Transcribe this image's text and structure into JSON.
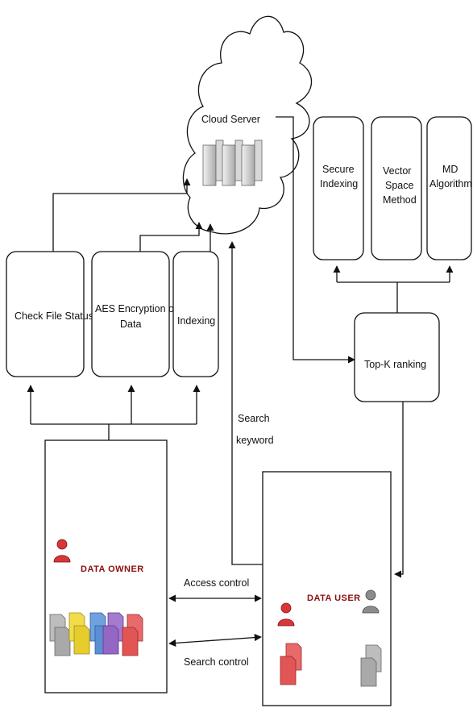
{
  "cloud": {
    "label": "Cloud Server"
  },
  "owner_boxes": {
    "check_file": "Check File Status",
    "aes_line1": "AES Encryption of",
    "aes_line2": "Data",
    "indexing": "Indexing"
  },
  "ranking_boxes": {
    "secure_line1": "Secure",
    "secure_line2": "Indexing",
    "vector_line1": "Vector",
    "vector_line2": "Space",
    "vector_line3": "Method",
    "md_line1": "MD",
    "md_line2": "Algorithm",
    "topk": "Top-K ranking"
  },
  "edges": {
    "search_keyword_line1": "Search",
    "search_keyword_line2": "keyword",
    "access_control": "Access control",
    "search_control": "Search control"
  },
  "owner": {
    "label": "DATA OWNER"
  },
  "user": {
    "label": "DATA USER"
  },
  "colors": {
    "person_red": "#d9363a",
    "person_gray": "#8c8c8c",
    "doc_gray": "#bdbdbd",
    "doc_yellow": "#f2dc4a",
    "doc_blue": "#6fa0e0",
    "doc_purple": "#a57bd0",
    "doc_red": "#e86a6a",
    "label_red": "#8b0f0f"
  }
}
